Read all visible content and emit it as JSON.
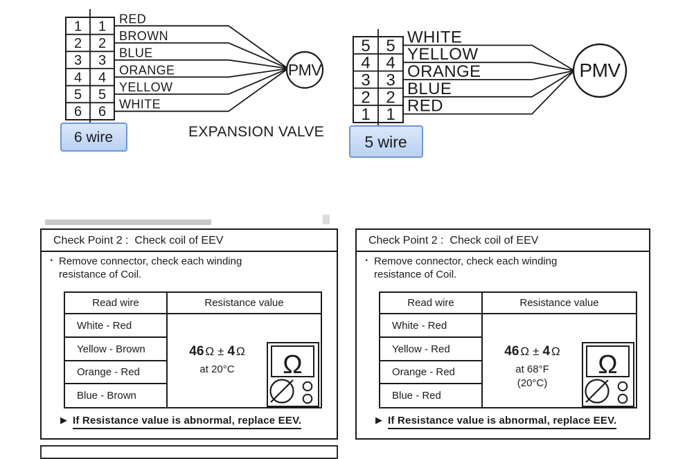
{
  "top": {
    "caption": "EXPANSION VALVE",
    "left_connector": {
      "pins": [
        "1",
        "2",
        "3",
        "4",
        "5",
        "6"
      ],
      "wires": [
        "RED",
        "BROWN",
        "BLUE",
        "ORANGE",
        "YELLOW",
        "WHITE"
      ],
      "device_label": "PMV",
      "badge_label": "6 wire"
    },
    "right_connector": {
      "pins": [
        "5",
        "4",
        "3",
        "2",
        "1"
      ],
      "wires": [
        "WHITE",
        "YELLOW",
        "ORANGE",
        "BLUE",
        "RED"
      ],
      "device_label": "PMV",
      "badge_label": "5 wire"
    }
  },
  "checkpoints": [
    {
      "title": "Check Point 2 :  Check coil of EEV",
      "bullet_char": "·",
      "instruction_line1": "Remove connector, check each winding",
      "instruction_line2": "resistance of Coil.",
      "col_read_wire": "Read wire",
      "col_resistance": "Resistance value",
      "rows": [
        "White - Red",
        "Yellow - Brown",
        "Orange - Red",
        "Blue - Brown"
      ],
      "resistance_value": "46",
      "resistance_unit": "Ω",
      "plus_minus": "±",
      "tolerance_value": "4",
      "tolerance_unit": "Ω",
      "temp_line1": "at 20°C",
      "temp_line2": "",
      "meter_symbol": "Ω",
      "warning_arrow": "▶",
      "warning_text": "If Resistance value is abnormal, replace EEV."
    },
    {
      "title": "Check Point 2 :  Check coil of EEV",
      "bullet_char": "·",
      "instruction_line1": "Remove connector, check each winding",
      "instruction_line2": "resistance of Coil.",
      "col_read_wire": "Read wire",
      "col_resistance": "Resistance value",
      "rows": [
        "White - Red",
        "Yellow - Red",
        "Orange - Red",
        "Blue - Red"
      ],
      "resistance_value": "46",
      "resistance_unit": "Ω",
      "plus_minus": "±",
      "tolerance_value": "4",
      "tolerance_unit": "Ω",
      "temp_line1": "at 68°F",
      "temp_line2": "(20°C)",
      "meter_symbol": "Ω",
      "warning_arrow": "▶",
      "warning_text": "If Resistance value is abnormal, replace EEV."
    }
  ],
  "colors": {
    "ink": "#1b1b1b",
    "badge_border": "#6e96d2",
    "badge_fill_top": "#dbe8fa",
    "badge_fill_bottom": "#b9d1f2",
    "artifact_gray": "#c9c9c9"
  }
}
